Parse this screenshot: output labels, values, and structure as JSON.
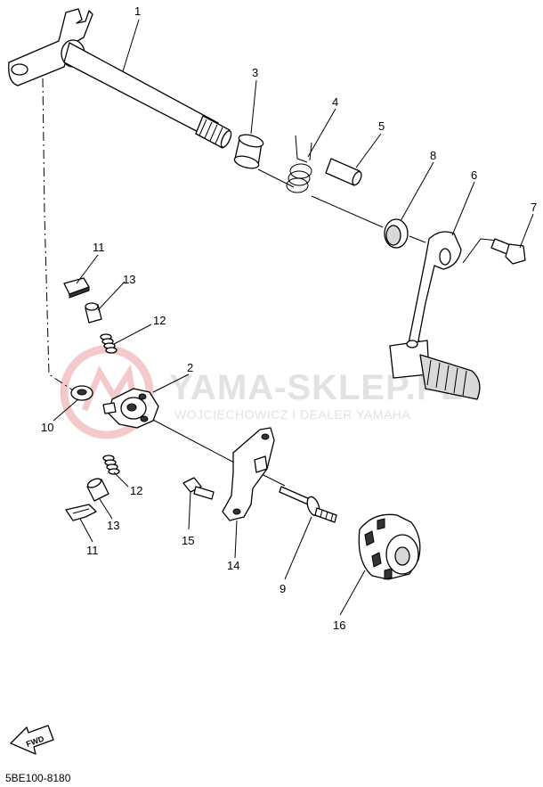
{
  "diagram_code": "5BE100-8180",
  "fwd_label": "FWD",
  "watermark": {
    "title": "YAMA-SKLEP.PL",
    "subtitle": "WOJCIECHOWICZ I DEALER YAMAHA"
  },
  "callouts": [
    {
      "id": "c1",
      "label": "1"
    },
    {
      "id": "c2",
      "label": "2"
    },
    {
      "id": "c3",
      "label": "3"
    },
    {
      "id": "c4",
      "label": "4"
    },
    {
      "id": "c5",
      "label": "5"
    },
    {
      "id": "c6",
      "label": "6"
    },
    {
      "id": "c7",
      "label": "7"
    },
    {
      "id": "c8",
      "label": "8"
    },
    {
      "id": "c9",
      "label": "9"
    },
    {
      "id": "c10",
      "label": "10"
    },
    {
      "id": "c11a",
      "label": "11"
    },
    {
      "id": "c11b",
      "label": "11"
    },
    {
      "id": "c12a",
      "label": "12"
    },
    {
      "id": "c12b",
      "label": "12"
    },
    {
      "id": "c13a",
      "label": "13"
    },
    {
      "id": "c13b",
      "label": "13"
    },
    {
      "id": "c14",
      "label": "14"
    },
    {
      "id": "c15",
      "label": "15"
    },
    {
      "id": "c16",
      "label": "16"
    }
  ]
}
